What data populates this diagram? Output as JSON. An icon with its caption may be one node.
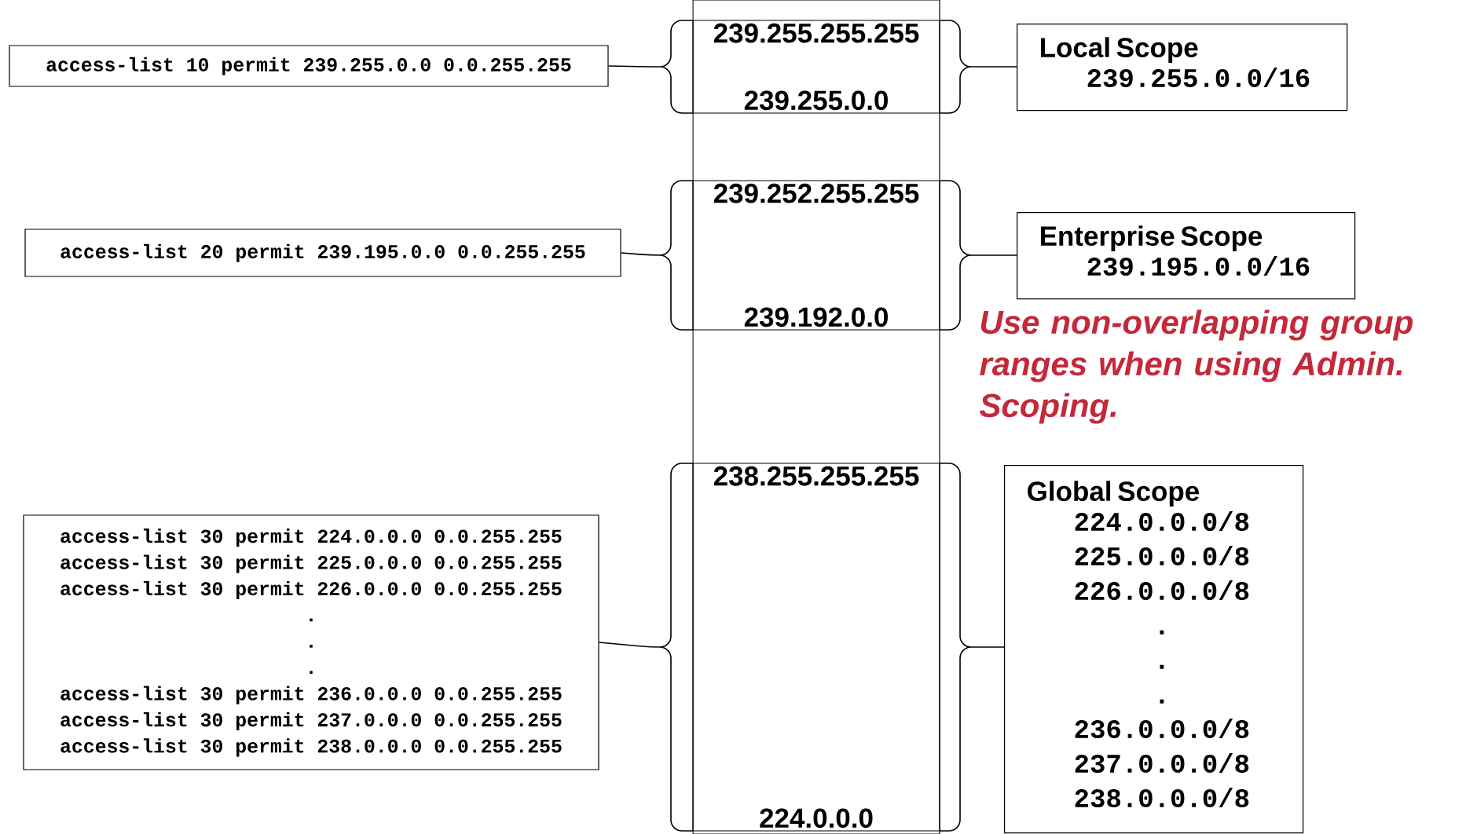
{
  "diagram": {
    "nodes": [
      {
        "text": [],
        "shape": "box"
      },
      {
        "text": [
          "access-list 10 permit 239.255.0.0 0.0.255.255"
        ]
      },
      {
        "text": [
          "239.255.255.255",
          "239.255.0.0"
        ],
        "in": 0
      },
      {
        "text": [
          "Local Scope",
          "239.255.0.0/16"
        ]
      },
      {
        "text": [
          "access-list 20 permit 239.195.0.0 0.0.255.255"
        ]
      },
      {
        "text": [
          "239.252.255.255",
          "239.192.0.0"
        ],
        "in": 0
      },
      {
        "text": [
          "Enterprise Scope",
          "239.195.0.0/16"
        ]
      },
      {
        "text": [
          "access-list 30 permit 224.0.0.0 0.0.255.255",
          "access-list 30 permit 225.0.0.0 0.0.255.255",
          "access-list 30 permit 226.0.0.0 0.0.255.255",
          ".",
          ".",
          ".",
          "access-list 30 permit 236.0.0.0 0.0.255.255",
          "access-list 30 permit 237.0.0.0 0.0.255.255",
          "access-list 30 permit 238.0.0.0 0.0.255.255"
        ]
      },
      {
        "text": [
          "238.255.255.255",
          "224.0.0.0"
        ],
        "in": 0
      },
      {
        "text": [
          "Global Scope",
          "224.0.0.0/8",
          "225.0.0.0/8",
          "226.0.0.0/8",
          ".",
          ".",
          ".",
          "236.0.0.0/8",
          "237.0.0.0/8",
          "238.0.0.0/8"
        ]
      }
    ],
    "edges": [
      {
        "from": 1,
        "to": 2,
        "arrow": "none"
      },
      {
        "from": 2,
        "to": 3,
        "arrow": "none"
      },
      {
        "from": 4,
        "to": 5,
        "arrow": "none"
      },
      {
        "from": 5,
        "to": 6,
        "arrow": "none"
      },
      {
        "from": 7,
        "to": 8,
        "arrow": "none"
      },
      {
        "from": 8,
        "to": 9,
        "arrow": "none"
      }
    ],
    "labels": [
      "Use non-overlapping group ranges when using Admin. Scoping."
    ]
  }
}
